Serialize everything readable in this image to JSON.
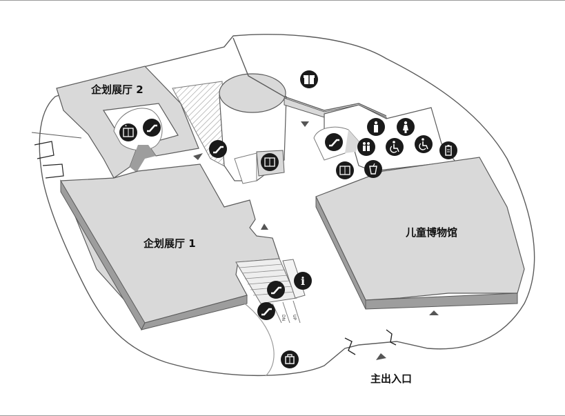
{
  "map": {
    "halls": {
      "hall1": "企划展厅 1",
      "hall2": "企划展厅 2",
      "kids": "儿童博物馆"
    },
    "entrance": "主出入口",
    "escalator_dn": "DN",
    "escalator_up": "UP"
  },
  "icons": {
    "info": "i",
    "colors": {
      "icon_bg": "#1a1a1a",
      "floor": "#d9d9d9",
      "wall": "#9d9d9d",
      "outline": "#5a5a5a"
    }
  }
}
